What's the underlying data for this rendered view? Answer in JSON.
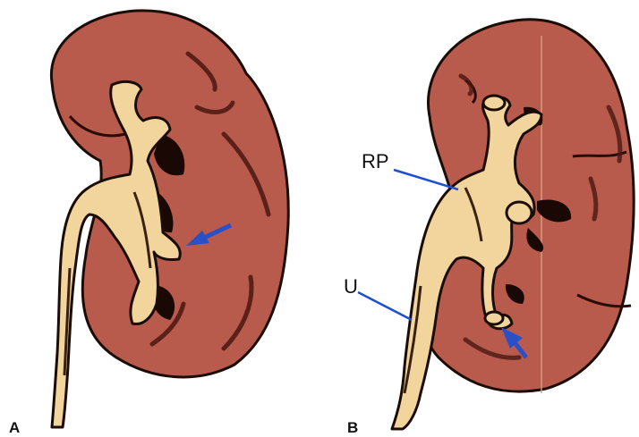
{
  "panels": [
    {
      "letter": "A"
    },
    {
      "letter": "B"
    }
  ],
  "labels": {
    "renal_pelvis": "RP",
    "ureter": "U"
  },
  "colors": {
    "kidney": "#b85a4c",
    "kidney_dark": "#4a1810",
    "collecting_system": "#f2d59c",
    "collecting_outline": "#1a0d08",
    "arrow": "#2a50c8",
    "leader_line": "#1e4fd0",
    "background": "#ffffff"
  }
}
